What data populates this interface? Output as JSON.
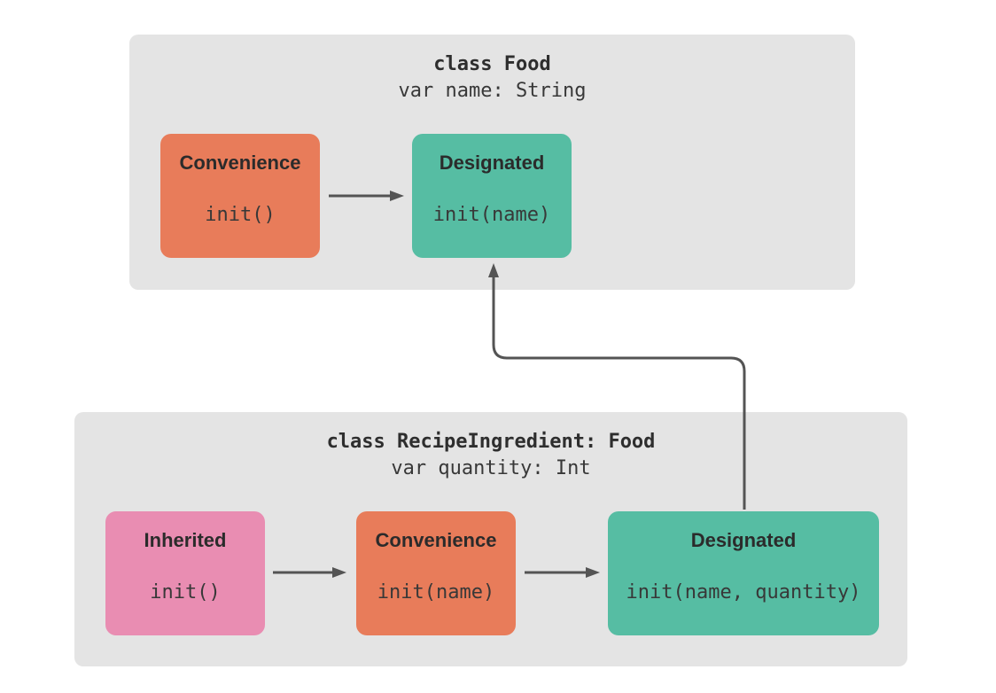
{
  "colors": {
    "container_bg": "#E4E4E4",
    "convenience_box": "#E87C5A",
    "designated_box": "#56BDA3",
    "inherited_box": "#E98DB2",
    "arrow": "#545454",
    "heading_text": "#2E2E2E",
    "body_text": "#383838"
  },
  "classes": [
    {
      "title": "class Food",
      "subtitle": "var name: String",
      "initializers": [
        {
          "kind": "Convenience",
          "signature": "init()",
          "role": "convenience",
          "color": "#E87C5A"
        },
        {
          "kind": "Designated",
          "signature": "init(name)",
          "role": "designated",
          "color": "#56BDA3"
        }
      ]
    },
    {
      "title": "class RecipeIngredient: Food",
      "subtitle": "var quantity: Int",
      "initializers": [
        {
          "kind": "Inherited",
          "signature": "init()",
          "role": "inherited",
          "color": "#E98DB2"
        },
        {
          "kind": "Convenience",
          "signature": "init(name)",
          "role": "convenience",
          "color": "#E87C5A"
        },
        {
          "kind": "Designated",
          "signature": "init(name, quantity)",
          "role": "designated",
          "color": "#56BDA3"
        }
      ]
    }
  ],
  "relationships": [
    {
      "from": "Food init()",
      "to": "Food init(name)",
      "type": "delegates-across"
    },
    {
      "from": "RecipeIngredient init()",
      "to": "RecipeIngredient init(name)",
      "type": "delegates-across"
    },
    {
      "from": "RecipeIngredient init(name)",
      "to": "RecipeIngredient init(name, quantity)",
      "type": "delegates-across"
    },
    {
      "from": "RecipeIngredient init(name, quantity)",
      "to": "Food init(name)",
      "type": "delegates-up"
    }
  ]
}
